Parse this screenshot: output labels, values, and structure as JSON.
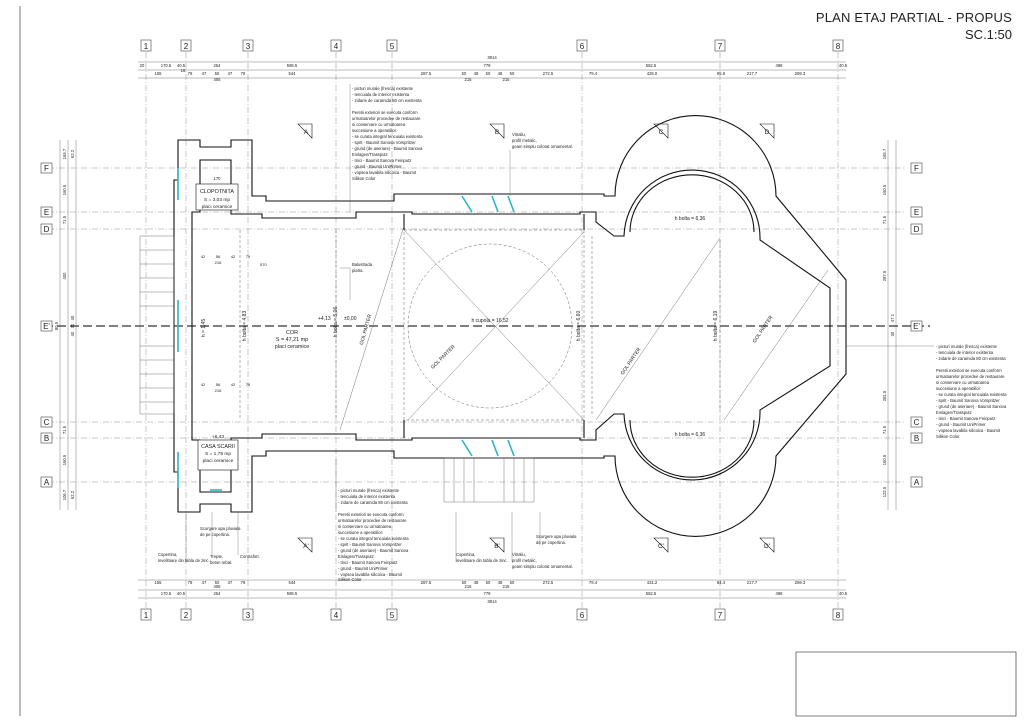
{
  "title": {
    "line1": "PLAN ETAJ PARTIAL - PROPUS",
    "line2": "SC.1:50"
  },
  "axes_numbers": [
    "1",
    "2",
    "3",
    "4",
    "5",
    "6",
    "7",
    "8"
  ],
  "axes_letters": [
    "F",
    "E",
    "D",
    "E'",
    "C",
    "B",
    "A"
  ],
  "section_marks": {
    "a": "A",
    "b": "B",
    "c": "C",
    "d": "D",
    "a2": "A'",
    "b2": "B'",
    "c2": "C'",
    "d2": "D'"
  },
  "dims_top": {
    "total": "3914",
    "row1": [
      "20",
      "170.5",
      "40.5",
      "254",
      "",
      "598.5",
      "",
      "779",
      "",
      "562.5",
      "",
      "498",
      "40.5"
    ],
    "row2": [
      "155",
      "79",
      "47",
      "50",
      "47",
      "79",
      "544",
      "287.5",
      "50",
      "48",
      "50",
      "48",
      "50",
      "272.5",
      "79.4",
      "426.0",
      "95.6",
      "217.7",
      "269.3"
    ],
    "sub1": "18",
    "sub2": "405",
    "sub3": "215",
    "sub4": "215"
  },
  "dims_bottom": {
    "total": "3914",
    "row1": [
      "155",
      "79",
      "47",
      "50",
      "47",
      "79",
      "544",
      "287.5",
      "50",
      "48",
      "50",
      "48",
      "50",
      "272.5",
      "79.4",
      "431.2",
      "84.4",
      "217.7",
      "269.3"
    ],
    "row2": [
      "170.5",
      "40.5",
      "254",
      "598.5",
      "779",
      "562.5",
      "498",
      "40.5"
    ],
    "sub1": "405",
    "sub2": "215",
    "sub3": "215"
  },
  "dims_left": [
    "165.7",
    "62.2",
    "160.5",
    "71.5",
    "400",
    "40",
    "30",
    "40",
    "71.5",
    "160.5",
    "106.7",
    "62.2",
    "80.5"
  ],
  "dims_right": [
    "165.7",
    "160.5",
    "71.5",
    "287.5",
    "47.1",
    "30",
    "281.5",
    "71.5",
    "160.5",
    "122.5"
  ],
  "rooms": {
    "clopotnita": {
      "name": "CLOPOTNITA",
      "area": "S = 3,03 mp",
      "floor": "placi ceramice",
      "w": "170"
    },
    "cor": {
      "name": "COR",
      "area": "S = 47,21 mp",
      "floor": "placi ceramice"
    },
    "casa_scarii": {
      "name": "CASA SCARII",
      "level": "+6,43",
      "area": "S = 1,79 mp",
      "floor": "placi ceramice"
    }
  },
  "levels": {
    "h1": "h = 1,45",
    "h2": "h bolta = 4,83",
    "lv1": "+4,13",
    "lv2": "±0,00",
    "h3": "h bolta = 5,06",
    "cupola": "h cupola = 16,52",
    "h4": "h bolta = 6,60",
    "h5": "h bolta = 6,19",
    "apse_top": "h bolta = 6,36",
    "apse_bot": "h bolta = 6,36",
    "v570": "570"
  },
  "gol": {
    "g1": "GOL PARTER",
    "g2": "GOL PARTER",
    "g3": "GOL PARTER",
    "g4": "GOL PARTER"
  },
  "small_dims": {
    "a": "42",
    "b": "56",
    "c": "42",
    "d": "79",
    "e": "216",
    "f": "42",
    "g": "56",
    "h": "42",
    "i": "79",
    "j": "216"
  },
  "notes": {
    "top_spec": [
      "- picturi murale (fresca) existente",
      "- tencuiala de interior existenta",
      "- zidarie de caramida 80 cm existenta",
      "",
      "Peretii exteriori se executa conform",
      "urmatoarelor procedee de restaurare",
      "si conservare cu urmatoarea",
      "succesiune a operatiilor:",
      "- se curata integral tencuiala existenta",
      "- sprit - Baumit Sanova Vorspritzer",
      "- grund (de aseriare) - Baumit Sanova",
      "  Einlagen/Trassputz",
      "- tinci - Baumit Sanova Feinputz",
      "- grund - Baumit UniPrimer",
      "- vopsea lavabila silicoica - Baumit",
      "  Silikon Color"
    ],
    "top_window": [
      "Vitraliu,",
      "profil metalic,",
      "geam simplu colorat ornamental."
    ],
    "balustrade": [
      "Balustrada",
      "piatra."
    ],
    "right_spec": [
      "- picturi murale (fresca) existente",
      "- tencuiala de interior existenta",
      "- zidarie de caramida 80 cm existenta",
      "",
      "Peretii exteriori se executa conform",
      "urmatoarelor procedee de restaurare",
      "si conservare cu urmatoarea",
      "succesiune a operatiilor:",
      "- se curata integral tencuiala existenta",
      "- sprit - Baumit Sanova Vorspritzer",
      "- grund (de aseriare) - Baumit Sanova",
      "  Einlagen/Trassputz",
      "- tinci - Baumit Sanova Feinputz",
      "- grund - Baumit UniPrimer",
      "- vopsea lavabila silicoica - Baumit",
      "  Silikon Color"
    ],
    "bottom_spec": [
      "- picturi murale (fresca) existente",
      "- tencuiala de interior existenta",
      "- zidarie de caramida 80 cm existenta",
      "",
      "Peretii exteriori se executa conform",
      "urmatoarelor procedee de restaurare",
      "si conservare cu urmatoarea",
      "succesiune a operatiilor:",
      "- se curata integral tencuiala existenta",
      "- sprit - Baumit Sanova Vorspritzer",
      "- grund (de aseriare) - Baumit Sanova",
      "  Einlagen/Trassputz",
      "- tinci - Baumit Sanova Feinputz",
      "- grund - Baumit UniPrimer",
      "- vopsea lavabila silicoica - Baumit",
      "  Silikon Color"
    ],
    "scurgere1": [
      "Scurgere apa pluviala",
      "de pe copertina."
    ],
    "copertina1": [
      "Copertina,",
      "invelitoare din tabla de zinc."
    ],
    "trepte": [
      "Trepte,",
      "beton rebat."
    ],
    "contrafort": [
      "Contrafort."
    ],
    "copertina2": [
      "Copertina,",
      "invelitoare din tabla de zinc."
    ],
    "vitraliu2": [
      "Vitraliu,",
      "profil metalic,",
      "geam simplu colorat ornamental."
    ],
    "scurgere2": [
      "Scurgere apa pluviala",
      "de pe copertina."
    ]
  }
}
